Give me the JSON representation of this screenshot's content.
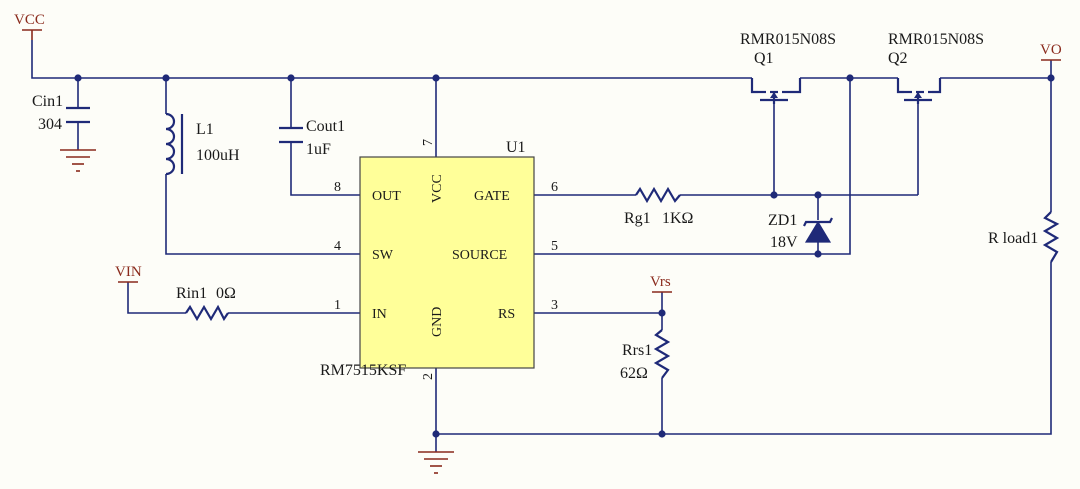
{
  "nets": {
    "vcc": "VCC",
    "vin": "VIN",
    "vo": "VO",
    "vrs": "Vrs"
  },
  "chip": {
    "designator": "U1",
    "part": "RM7515KSF",
    "pins": {
      "out": {
        "name": "OUT",
        "num": "8"
      },
      "sw": {
        "name": "SW",
        "num": "4"
      },
      "in": {
        "name": "IN",
        "num": "1"
      },
      "gate": {
        "name": "GATE",
        "num": "6"
      },
      "source": {
        "name": "SOURCE",
        "num": "5"
      },
      "rs": {
        "name": "RS",
        "num": "3"
      },
      "vcc": {
        "name": "VCC",
        "num": "7"
      },
      "gnd": {
        "name": "GND",
        "num": "2"
      }
    }
  },
  "components": {
    "cin1": {
      "ref": "Cin1",
      "value": "304"
    },
    "l1": {
      "ref": "L1",
      "value": "100uH"
    },
    "cout1": {
      "ref": "Cout1",
      "value": "1uF"
    },
    "rin1": {
      "ref": "Rin1",
      "value": "0Ω"
    },
    "rg1": {
      "ref": "Rg1",
      "value": "1KΩ"
    },
    "zd1": {
      "ref": "ZD1",
      "value": "18V"
    },
    "rrs1": {
      "ref": "Rrs1",
      "value": "62Ω"
    },
    "rload1": {
      "ref": "R load1"
    },
    "q1": {
      "ref": "Q1",
      "part": "RMR015N08S"
    },
    "q2": {
      "ref": "Q2",
      "part": "RMR015N08S"
    }
  }
}
